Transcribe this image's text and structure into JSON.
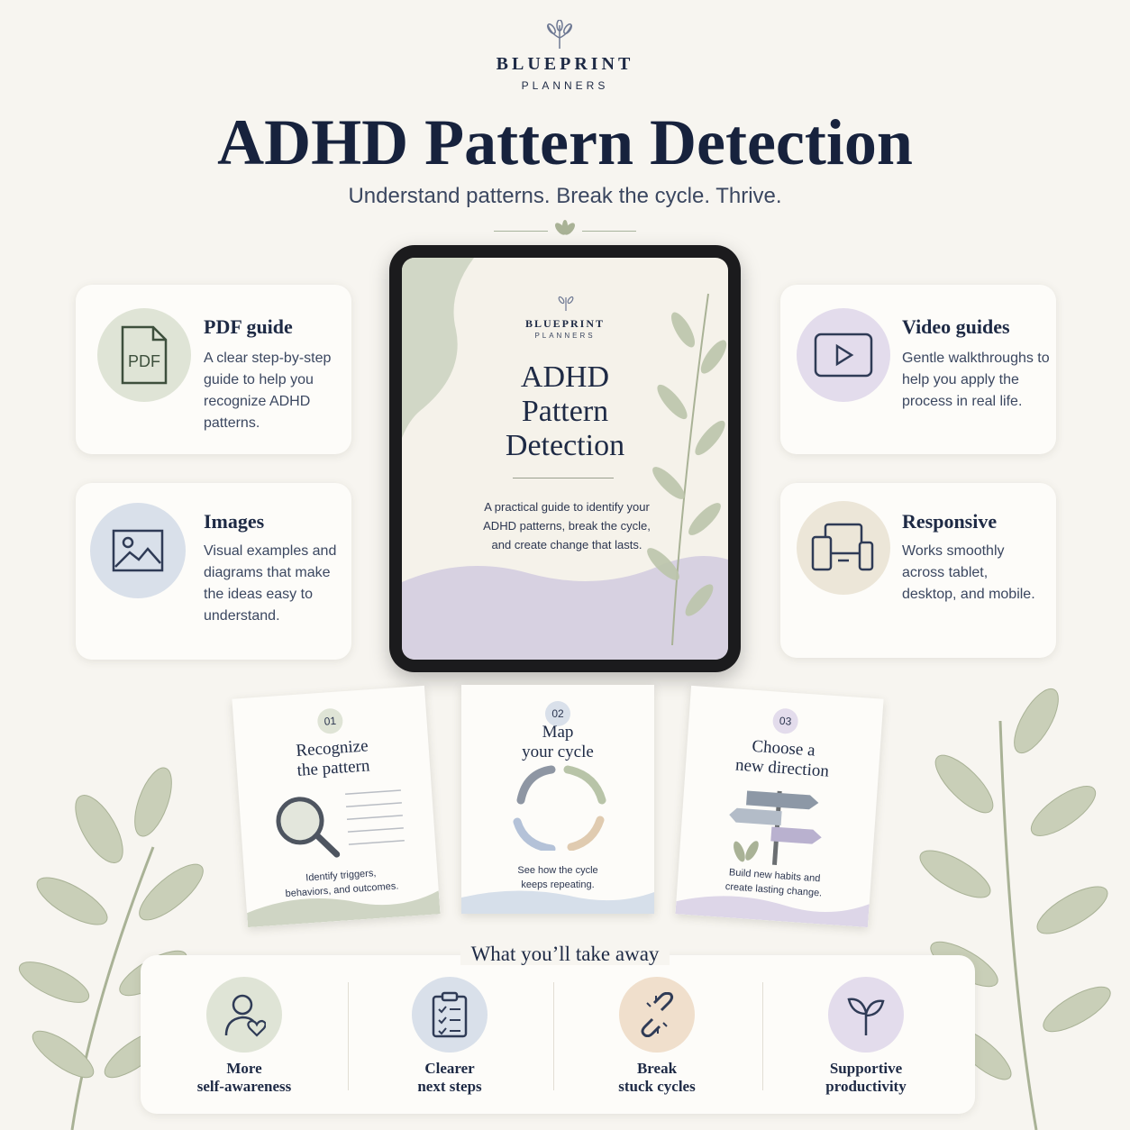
{
  "brand": {
    "name": "BLUEPRINT",
    "sub": "PLANNERS"
  },
  "header": {
    "title": "ADHD Pattern Detection",
    "subtitle": "Understand patterns. Break the cycle. Thrive."
  },
  "features": [
    {
      "title": "PDF guide",
      "desc": "A clear step-by-step guide to help you recognize ADHD patterns.",
      "icon": "pdf-icon",
      "icon_text": "PDF",
      "color": "#dfe4d6"
    },
    {
      "title": "Images",
      "desc": "Visual examples and diagrams that make the ideas easy to understand.",
      "icon": "image-icon",
      "color": "#d9e0ea"
    },
    {
      "title": "Video guides",
      "desc": "Gentle walkthroughs to help you apply the process in real life.",
      "icon": "play-icon",
      "color": "#e3dcec"
    },
    {
      "title": "Responsive",
      "desc": "Works smoothly across tablet, desktop, and mobile.",
      "icon": "devices-icon",
      "color": "#ece6d8"
    }
  ],
  "tablet": {
    "brand": "BLUEPRINT",
    "brand_sub": "PLANNERS",
    "title_line1": "ADHD",
    "title_line2": "Pattern",
    "title_line3": "Detection",
    "desc": "A practical guide to identify your ADHD patterns, break the cycle, and create change that lasts."
  },
  "steps": [
    {
      "num": "01",
      "title_line1": "Recognize",
      "title_line2": "the pattern",
      "desc_line1": "Identify triggers,",
      "desc_line2": "behaviors, and outcomes.",
      "color": "#dfe4d6"
    },
    {
      "num": "02",
      "title_line1": "Map",
      "title_line2": "your cycle",
      "desc_line1": "See how the cycle",
      "desc_line2": "keeps repeating.",
      "color": "#d9e0ea"
    },
    {
      "num": "03",
      "title_line1": "Choose a",
      "title_line2": "new direction",
      "desc_line1": "Build new habits and",
      "desc_line2": "create lasting change.",
      "color": "#e3dcec"
    }
  ],
  "takeaway": {
    "title": "What you’ll take away",
    "items": [
      {
        "line1": "More",
        "line2": "self-awareness",
        "icon": "person-heart-icon",
        "color": "#dfe4d6"
      },
      {
        "line1": "Clearer",
        "line2": "next steps",
        "icon": "clipboard-check-icon",
        "color": "#d9e0ea"
      },
      {
        "line1": "Break",
        "line2": "stuck cycles",
        "icon": "broken-chain-icon",
        "color": "#f0dfcc"
      },
      {
        "line1": "Supportive",
        "line2": "productivity",
        "icon": "sprout-icon",
        "color": "#e3dcec"
      }
    ]
  }
}
